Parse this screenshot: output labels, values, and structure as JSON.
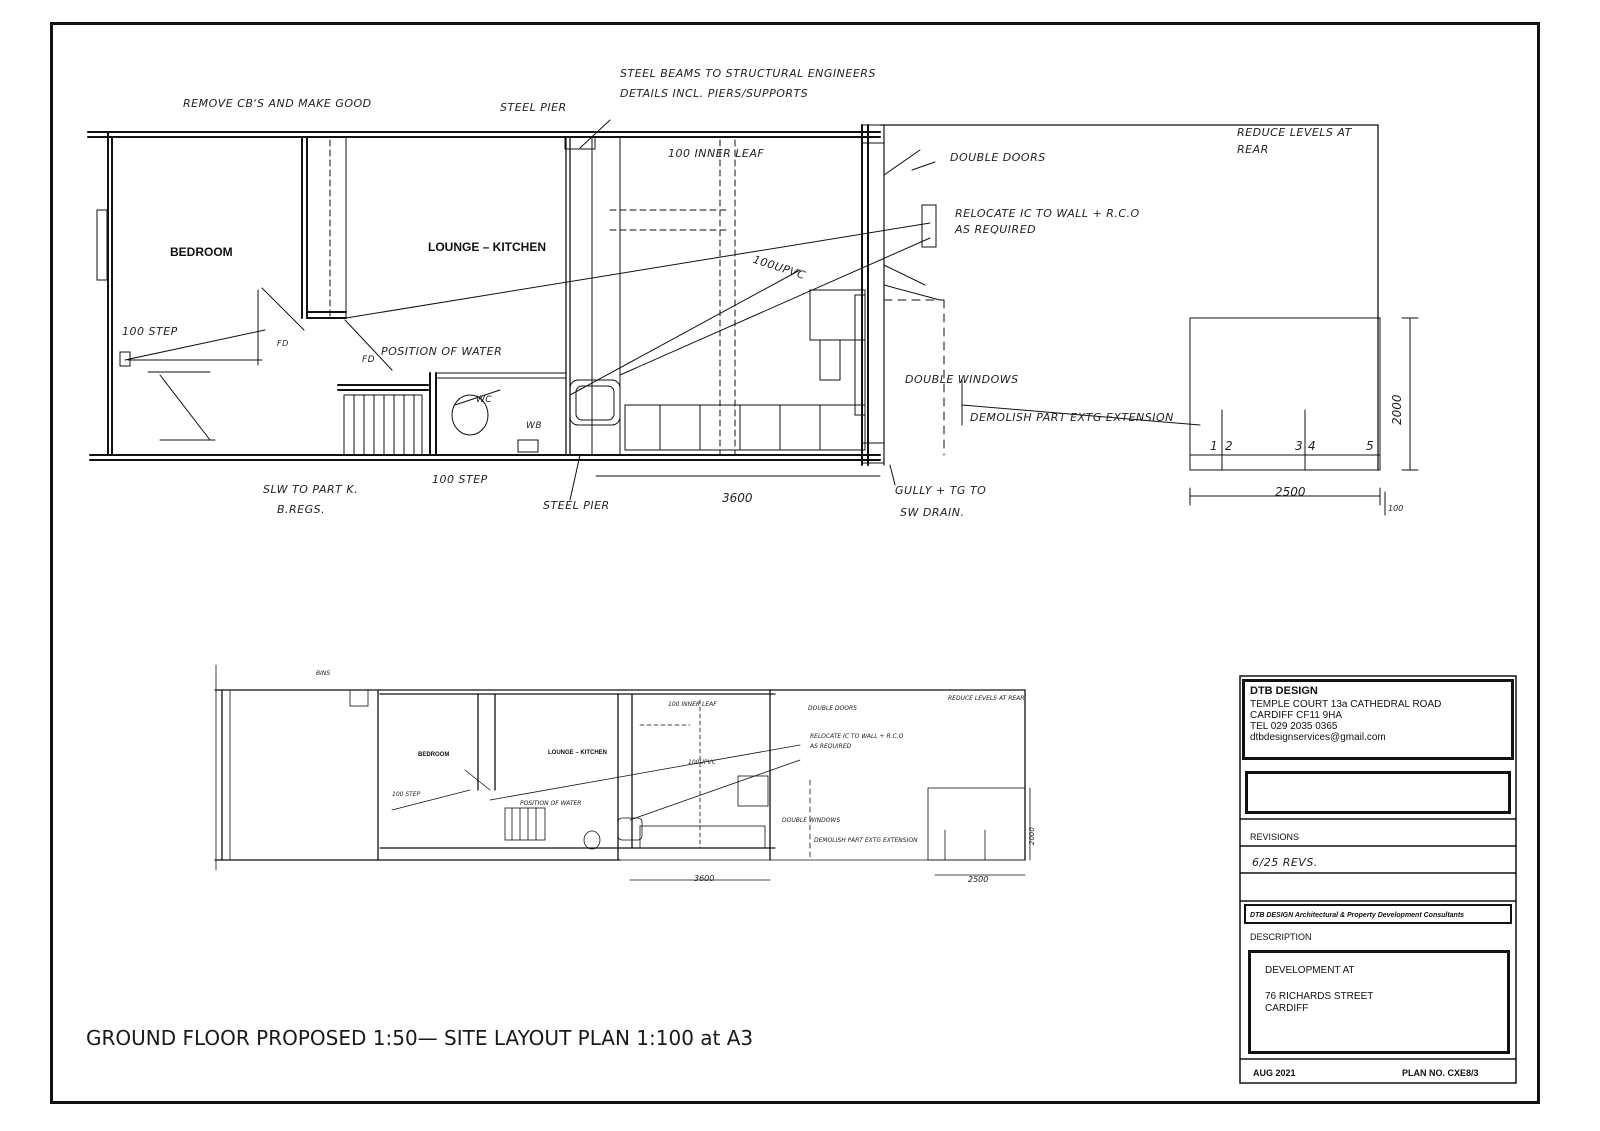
{
  "drawing_title": "GROUND FLOOR PROPOSED 1:50—  SITE LAYOUT PLAN 1:100 at A3",
  "plan_large": {
    "room_bedroom": "BEDROOM",
    "room_lounge_kitchen": "LOUNGE – KITCHEN",
    "notes": {
      "remove_cbs": "REMOVE CB'S AND MAKE GOOD",
      "steel_pier_top": "STEEL PIER",
      "steel_beams_1": "STEEL BEAMS TO STRUCTURAL ENGINEERS",
      "steel_beams_2": "DETAILS INCL. PIERS/SUPPORTS",
      "inner_leaf": "100 INNER LEAF",
      "doors": "DOUBLE DOORS",
      "reduce_levels_1": "REDUCE LEVELS AT",
      "reduce_levels_2": "REAR",
      "relocate_ic_1": "RELOCATE IC TO WALL + R.C.O",
      "relocate_ic_2": "AS REQUIRED",
      "downpipe": "100UPVC",
      "step_left": "100 STEP",
      "fd": "FD",
      "position_of_water": "POSITION OF WATER",
      "wc": "WC",
      "wb": "WB",
      "windows": "DOUBLE WINDOWS",
      "demolish": "DEMOLISH PART EXTG EXTENSION",
      "slw_to_part": "SLW TO PART K.",
      "b_regs": "B.REGS.",
      "step_bottom": "100 STEP",
      "steel_pier_bottom": "STEEL PIER",
      "gulley_1": "GULLY + TG TO",
      "gulley_2": "SW DRAIN."
    },
    "dimensions": {
      "width_3600": "3600",
      "width_2500": "2500",
      "depth_2000": "2000",
      "d100": "100",
      "marks": [
        "1",
        "2",
        "3",
        "4",
        "5"
      ]
    }
  },
  "plan_small": {
    "bins": "BINS",
    "room_bedroom": "BEDROOM",
    "room_lounge_kitchen": "LOUNGE – KITCHEN",
    "step": "100 STEP",
    "position_of_water": "POSITION OF WATER",
    "inner_leaf": "100 INNER LEAF",
    "doors": "DOUBLE DOORS",
    "reduce_levels": "REDUCE LEVELS AT REAR",
    "relocate_ic": "RELOCATE IC TO WALL + R.C.O",
    "as_required": "AS REQUIRED",
    "downpipe": "100UPVC",
    "windows": "DOUBLE WINDOWS",
    "demolish": "DEMOLISH PART EXTG EXTENSION",
    "width_3600": "3600",
    "width_2500": "2500",
    "depth_2000": "2000"
  },
  "title_block": {
    "company": "DTB DESIGN",
    "address_1": "TEMPLE COURT  13a CATHEDRAL ROAD",
    "address_2": "CARDIFF CF11 9HA",
    "tel": "TEL 029 2035 0365",
    "email": "dtbdesignservices@gmail.com",
    "revisions_label": "REVISIONS",
    "revision_entry": "6/25 REVS.",
    "consultants": "DTB DESIGN Architectural & Property Development Consultants",
    "description_label": "DESCRIPTION",
    "description_1": "DEVELOPMENT AT",
    "description_2": "76 RICHARDS STREET",
    "description_3": "CARDIFF",
    "date": "AUG 2021",
    "plan_no": "PLAN NO. CXE8/3",
    "logo_icon": "building-logo-icon"
  }
}
